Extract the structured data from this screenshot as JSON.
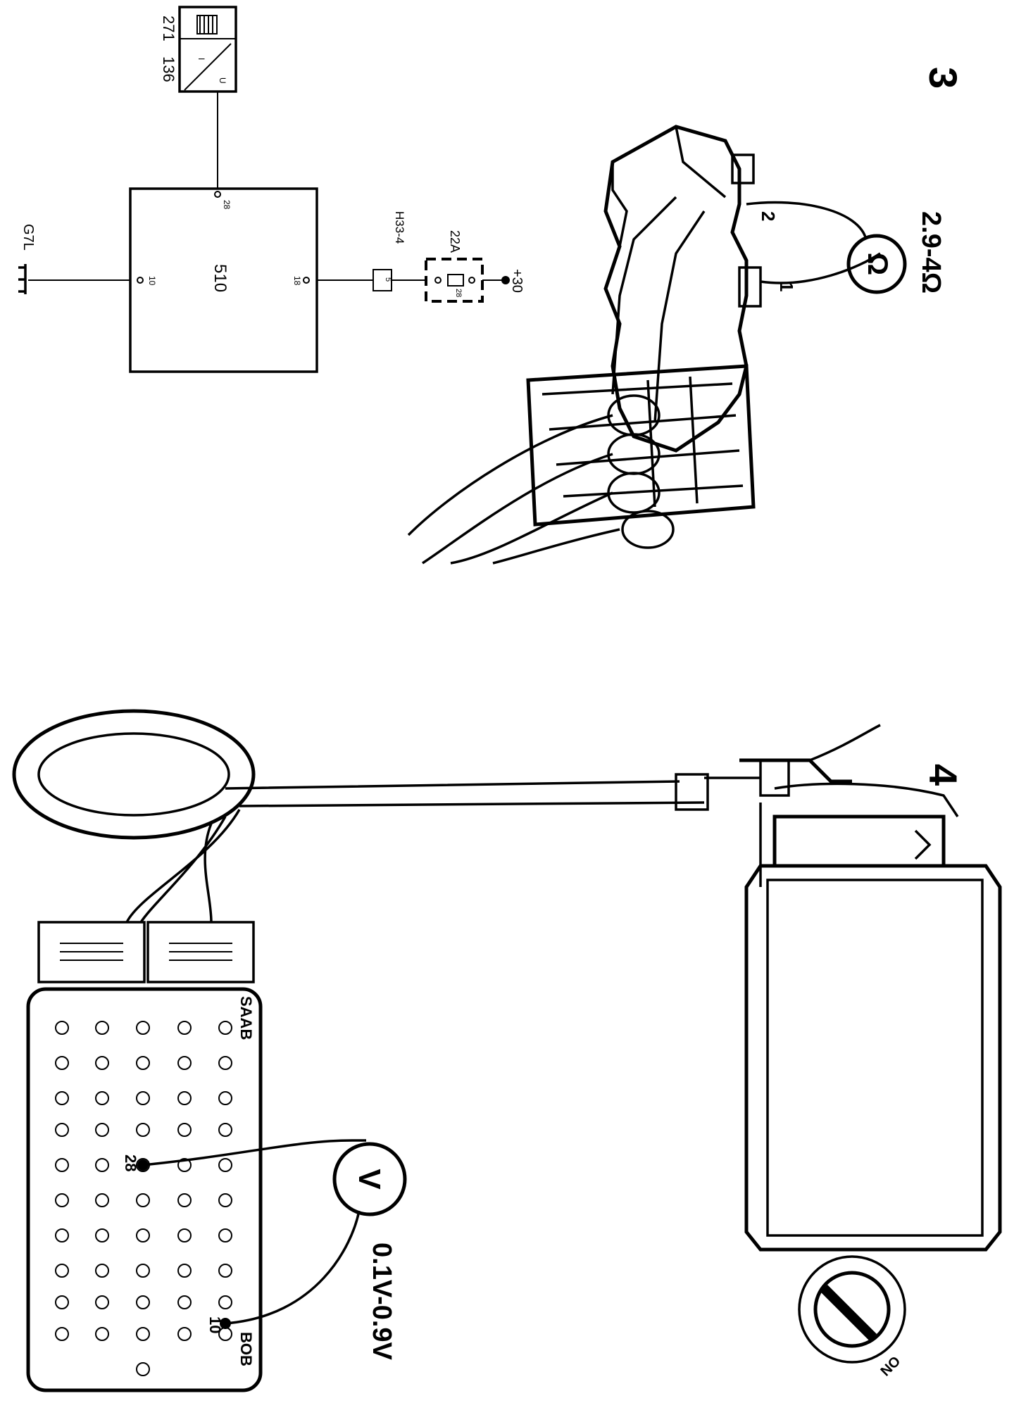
{
  "figure3": {
    "number": "3",
    "reading": "2.9-4Ω",
    "meter_symbol": "Ω",
    "pin1": "1",
    "pin2": "2"
  },
  "schematic": {
    "comp_271": "271",
    "comp_136": "136",
    "relay_label_u": "U",
    "relay_label_i": "I",
    "ecu_label": "510",
    "pin_28": "28",
    "pin_18": "18",
    "pin_10": "10",
    "connector_label": "H33-4",
    "connector_pin": "5",
    "fuse_label": "22A",
    "fuse_number": "28",
    "supply_label": "+30",
    "ground_label": "G7L"
  },
  "figure4": {
    "number": "4",
    "reading": "0.1V-0.9V",
    "meter_symbol": "V",
    "bob_brand": "SAAB",
    "bob_name": "BOB",
    "socket_28": "28",
    "socket_10": "10",
    "ignition_label": "ON"
  },
  "icons": [
    "ohmmeter-icon",
    "voltmeter-icon",
    "ignition-key-icon",
    "fuse-icon",
    "solenoid-icon",
    "ground-icon"
  ]
}
